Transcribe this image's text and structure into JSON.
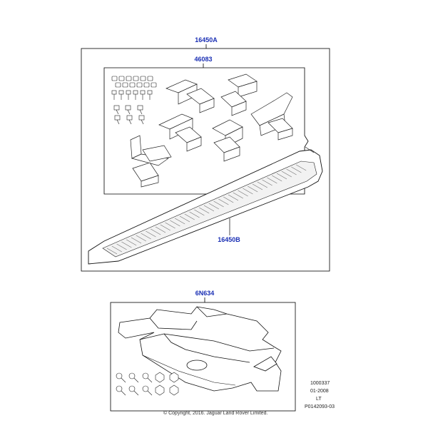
{
  "callouts": {
    "running_board_kit": "16450A",
    "bracket_kit": "46083",
    "running_board": "16450B",
    "skid_plate_kit": "6N634"
  },
  "meta": {
    "line1": "1000337",
    "line2": "01-2008",
    "line3": "LT",
    "line4": "P0142093-03"
  },
  "copyright": "© Copyright, 2016. Jaguar Land Rover Limited."
}
